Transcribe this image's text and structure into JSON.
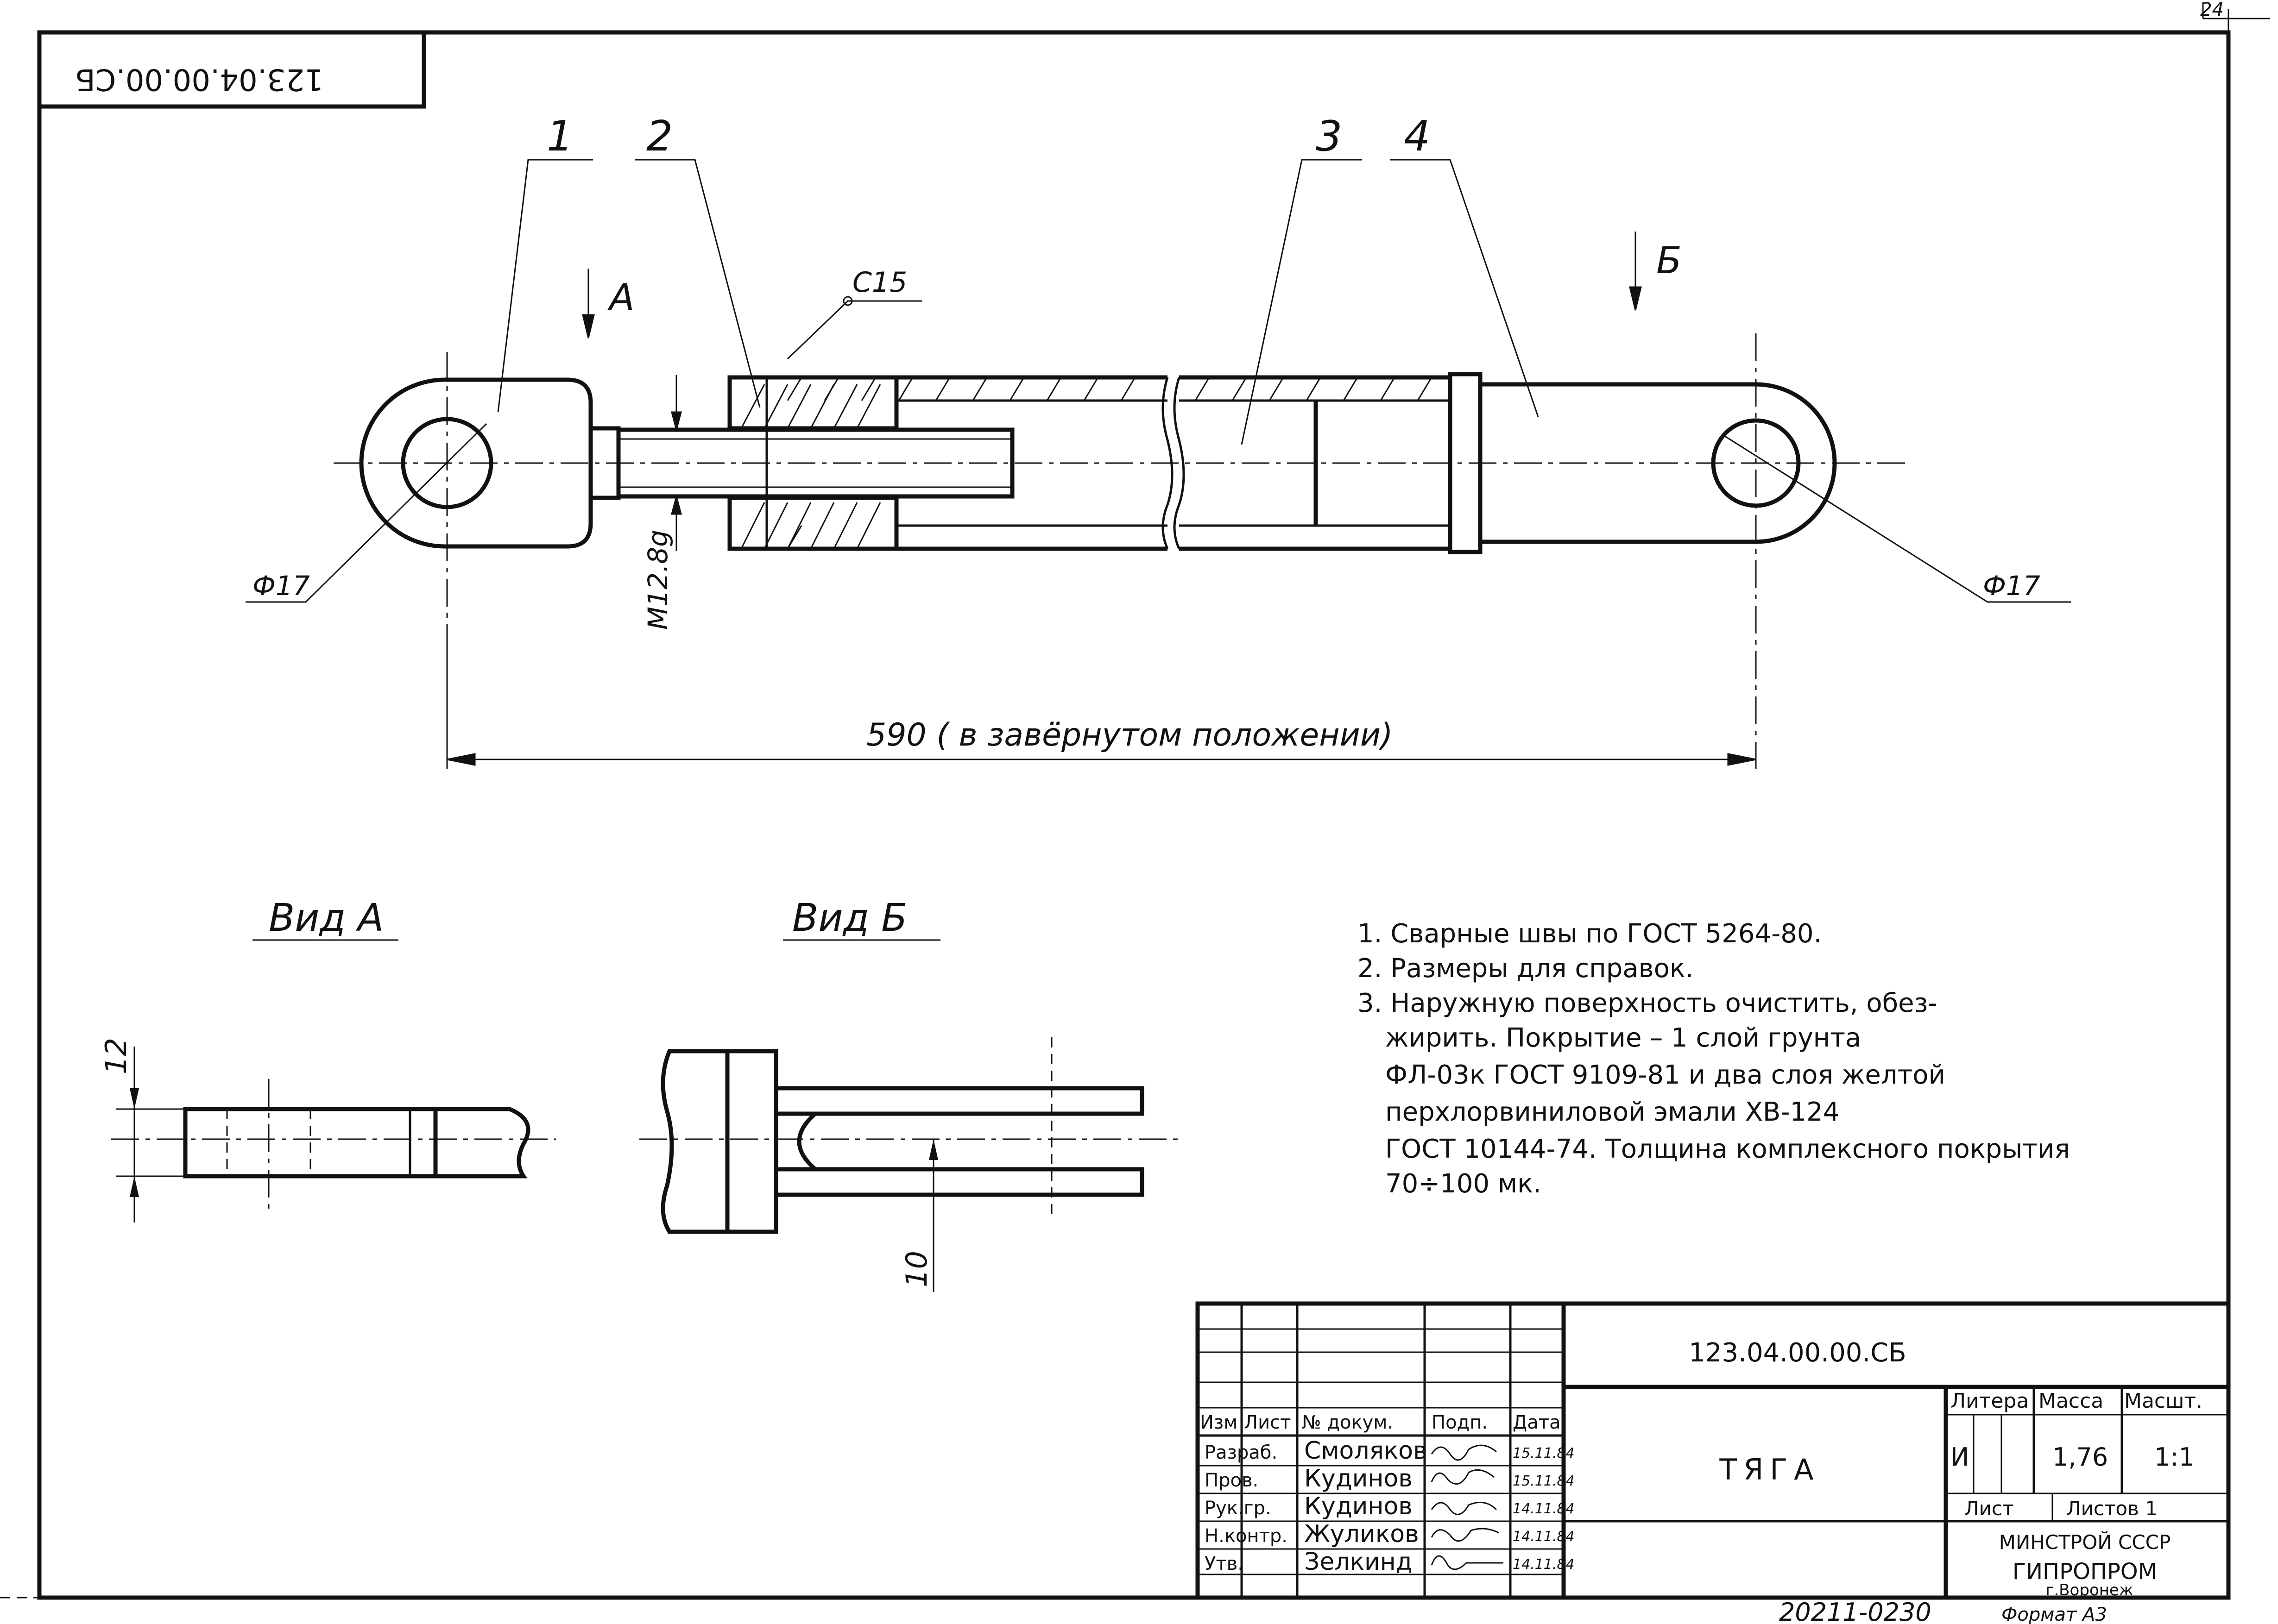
{
  "sheet_number": "24",
  "doc_code_rotated": "123.04.00.00.СБ",
  "callouts": {
    "c1": "1",
    "c2": "2",
    "c3": "3",
    "c4": "4"
  },
  "views": {
    "arrow_a": "А",
    "arrow_b": "Б",
    "view_a": "Вид А",
    "view_b": "Вид Б"
  },
  "dimensions": {
    "weld": "С15",
    "dia_left": "Ф17",
    "dia_right": "Ф17",
    "thread": "М12.8g",
    "length": "590 ( в завёрнутом    положении)",
    "dim_12": "12",
    "dim_10": "10"
  },
  "notes": [
    "1. Сварные швы по ГОСТ 5264-80.",
    "2. Размеры для справок.",
    "3. Наружную поверхность очистить, обез-",
    "жирить. Покрытие  – 1 слой грунта",
    "ФЛ-03к ГОСТ 9109-81 и два слоя желтой",
    "перхлорвиниловой эмали ХВ-124",
    "ГОСТ 10144-74. Толщина комплексного покрытия",
    "70÷100 мк."
  ],
  "title_block": {
    "doc_code": "123.04.00.00.СБ",
    "name": "ТЯГА",
    "headers": [
      "Изм",
      "Лист",
      "№ докум.",
      "Подп.",
      "Дата"
    ],
    "roles": [
      {
        "role": "Разраб.",
        "person": "Смоляков",
        "date": "15.11.84"
      },
      {
        "role": "Пров.",
        "person": "Кудинов",
        "date": "15.11.84"
      },
      {
        "role": "Рук.гр.",
        "person": "Кудинов",
        "date": "14.11.84"
      },
      {
        "role": "Н.контр.",
        "person": "Жуликов",
        "date": "14.11.84"
      },
      {
        "role": "Утв.",
        "person": "Зелкинд",
        "date": "14.11.84"
      }
    ],
    "litera_label": "Литера",
    "mass_label": "Масса",
    "scale_label": "Масшт.",
    "litera_value": "И",
    "mass_value": "1,76",
    "scale_value": "1:1",
    "sheet_label": "Лист",
    "sheets_label": "Листов 1",
    "org_line1": "МИНСТРОЙ СССР",
    "org_line2": "ГИПРОПРОМ",
    "org_city": "г.Воронеж"
  },
  "footer": {
    "archive": "20211-02",
    "page": "30",
    "format": "Формат А3"
  }
}
